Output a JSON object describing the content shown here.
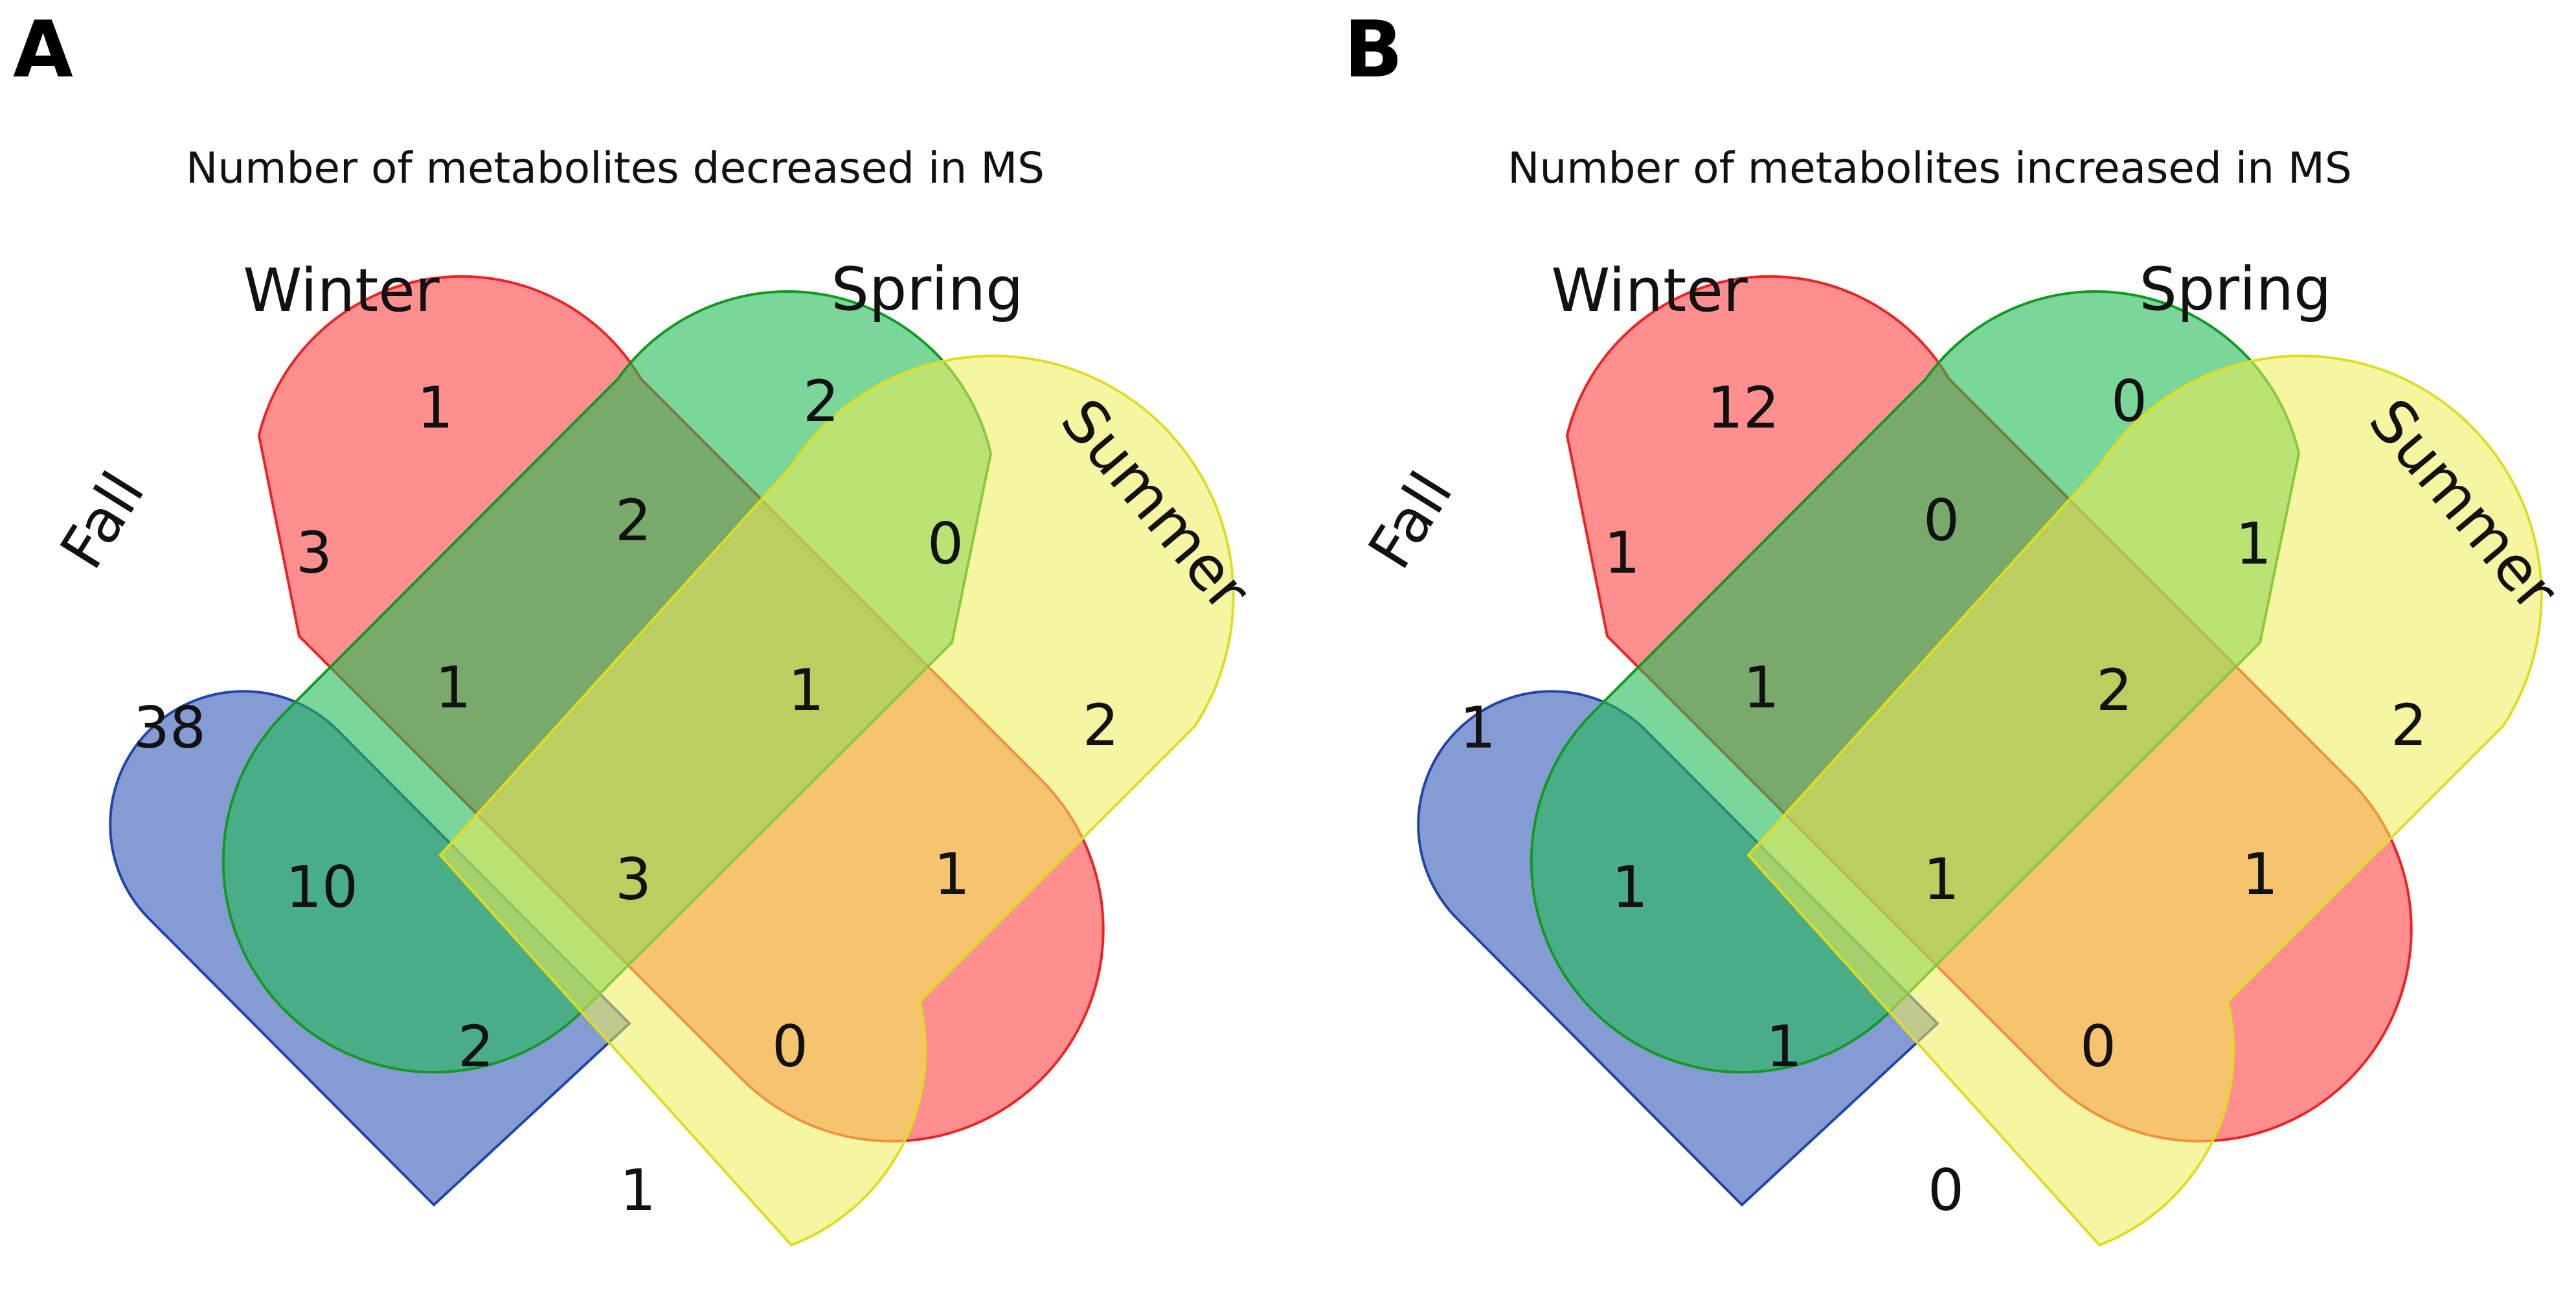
{
  "panels": [
    {
      "letter": "A",
      "title": "Number of metabolites decreased in MS",
      "sets": {
        "fall": "Fall",
        "winter": "Winter",
        "spring": "Spring",
        "summer": "Summer"
      },
      "colors": {
        "fall": "#4466bb",
        "winter": "#ff3333",
        "spring": "#22bb55",
        "summer": "#eeee55"
      },
      "counts": {
        "winter_only": "1",
        "spring_only": "2",
        "fall_winter": "3",
        "winter_spring": "2",
        "spring_summer": "0",
        "fall_only": "38",
        "fall_winter_spring": "1",
        "winter_spring_summer": "1",
        "summer_only": "2",
        "fall_spring": "10",
        "all_four": "3",
        "winter_summer": "1",
        "fall_spring_summer": "2",
        "fall_winter_summer": "0",
        "fall_summer": "1"
      }
    },
    {
      "letter": "B",
      "title": "Number of metabolites increased in MS",
      "sets": {
        "fall": "Fall",
        "winter": "Winter",
        "spring": "Spring",
        "summer": "Summer"
      },
      "colors": {
        "fall": "#4466bb",
        "winter": "#ff3333",
        "spring": "#22bb55",
        "summer": "#eeee55"
      },
      "counts": {
        "winter_only": "12",
        "spring_only": "0",
        "fall_winter": "1",
        "winter_spring": "0",
        "spring_summer": "1",
        "fall_only": "1",
        "fall_winter_spring": "1",
        "winter_spring_summer": "2",
        "summer_only": "2",
        "fall_spring": "1",
        "all_four": "1",
        "winter_summer": "1",
        "fall_spring_summer": "1",
        "fall_winter_summer": "0",
        "fall_summer": "0"
      }
    }
  ]
}
